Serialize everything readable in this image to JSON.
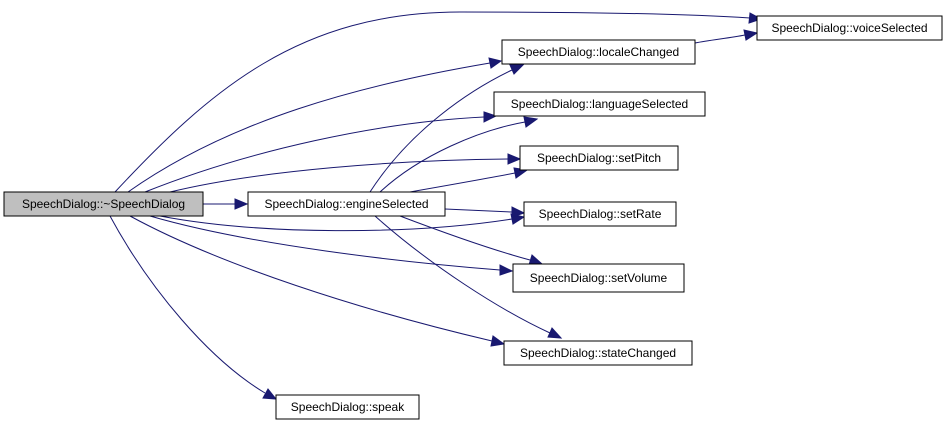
{
  "colors": {
    "edge": "#191970",
    "root_fill": "#bfbfbf",
    "node_fill": "#ffffff",
    "border": "#000000"
  },
  "nodes": {
    "destructor": "SpeechDialog::~SpeechDialog",
    "engineSelected": "SpeechDialog::engineSelected",
    "voiceSelected": "SpeechDialog::voiceSelected",
    "localeChanged": "SpeechDialog::localeChanged",
    "languageSelected": "SpeechDialog::languageSelected",
    "setPitch": "SpeechDialog::setPitch",
    "setRate": "SpeechDialog::setRate",
    "setVolume": "SpeechDialog::setVolume",
    "stateChanged": "SpeechDialog::stateChanged",
    "speak": "SpeechDialog::speak"
  },
  "edges": [
    [
      "destructor",
      "engineSelected"
    ],
    [
      "destructor",
      "voiceSelected"
    ],
    [
      "destructor",
      "localeChanged"
    ],
    [
      "destructor",
      "languageSelected"
    ],
    [
      "destructor",
      "setPitch"
    ],
    [
      "destructor",
      "setRate"
    ],
    [
      "destructor",
      "setVolume"
    ],
    [
      "destructor",
      "stateChanged"
    ],
    [
      "destructor",
      "speak"
    ],
    [
      "engineSelected",
      "localeChanged"
    ],
    [
      "engineSelected",
      "languageSelected"
    ],
    [
      "engineSelected",
      "setPitch"
    ],
    [
      "engineSelected",
      "setRate"
    ],
    [
      "engineSelected",
      "setVolume"
    ],
    [
      "engineSelected",
      "stateChanged"
    ],
    [
      "localeChanged",
      "voiceSelected"
    ]
  ]
}
